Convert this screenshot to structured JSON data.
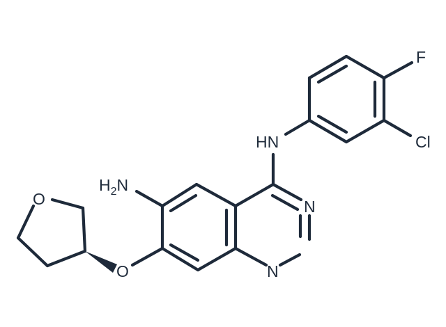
{
  "molecule": {
    "colors": {
      "ink": "#1e2a3a",
      "background": "#ffffff"
    },
    "atoms": {
      "F": "F",
      "Cl": "Cl",
      "NH": "HN",
      "NH2_H": "H",
      "NH2_sub": "2",
      "NH2_N": "N",
      "N3": "N",
      "N1": "N",
      "O_ether": "O",
      "O_ring": "O"
    }
  }
}
